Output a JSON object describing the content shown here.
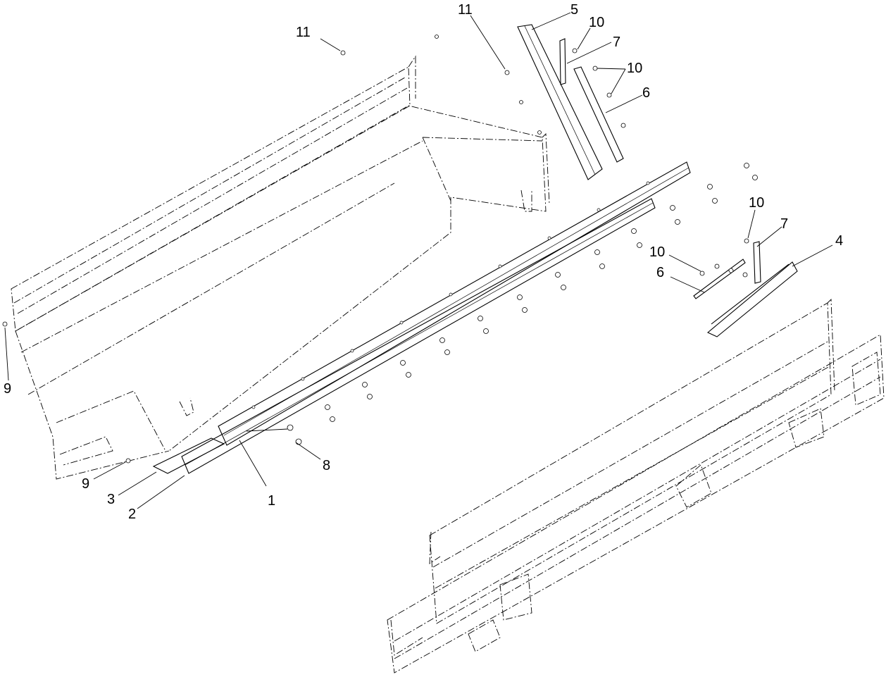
{
  "callouts": {
    "c1": "1",
    "c2": "2",
    "c3": "3",
    "c4": "4",
    "c5": "5",
    "c6a": "6",
    "c6b": "6",
    "c7a": "7",
    "c7b": "7",
    "c8": "8",
    "c9a": "9",
    "c9b": "9",
    "c10a": "10",
    "c10b": "10",
    "c10c": "10",
    "c10d": "10",
    "c11a": "11",
    "c11b": "11"
  }
}
